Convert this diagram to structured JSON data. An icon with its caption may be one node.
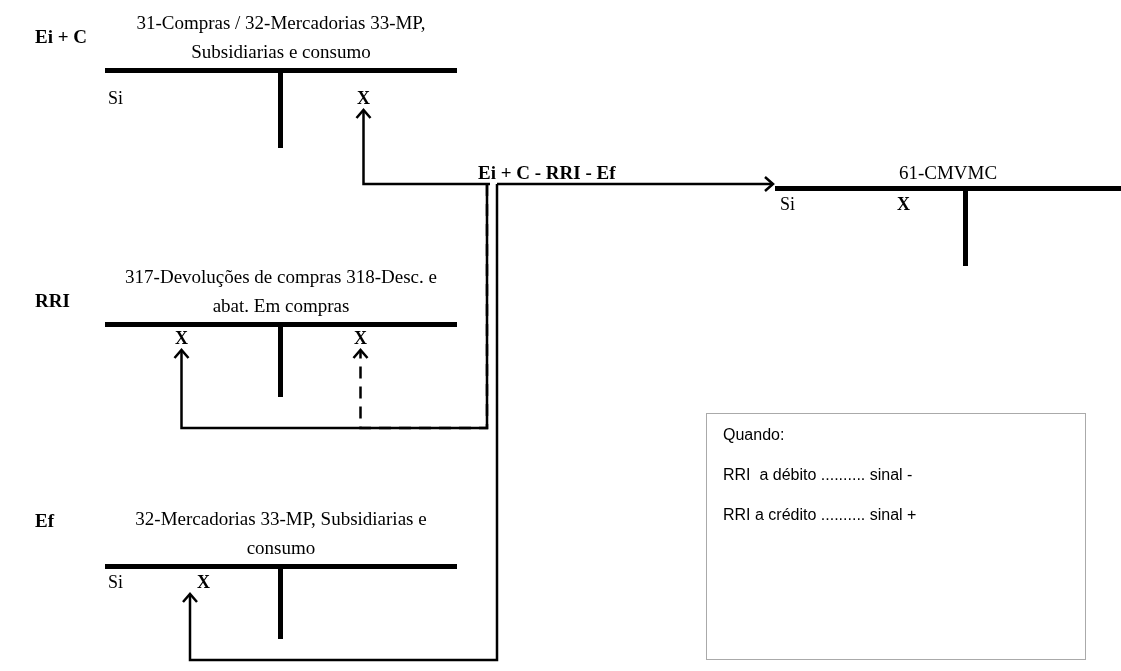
{
  "diagram": {
    "nodes": [
      {
        "text": [
          "31-Compras / 32-Mercadorias 33-MP, Subsidiarias e consumo"
        ],
        "beside": [
          "Ei + C"
        ]
      },
      {
        "text": [
          "Si"
        ],
        "in": 0
      },
      {
        "text": [
          "X"
        ],
        "in": 0
      },
      {
        "text": [
          "Ei + C - RRI - Ef"
        ]
      },
      {
        "text": [
          "61-CMVMC"
        ]
      },
      {
        "text": [
          "Si"
        ],
        "in": 4
      },
      {
        "text": [
          "X"
        ],
        "in": 4
      },
      {
        "text": [
          "317-Devoluções de compras 318-Desc. e abat. Em compras"
        ],
        "beside": [
          "RRI"
        ]
      },
      {
        "text": [
          "X"
        ],
        "in": 7
      },
      {
        "text": [
          "X"
        ],
        "in": 7
      },
      {
        "text": [
          "32-Mercadorias 33-MP, Subsidiarias e consumo"
        ],
        "beside": [
          "Ef"
        ]
      },
      {
        "text": [
          "Si"
        ],
        "in": 10
      },
      {
        "text": [
          "X"
        ],
        "in": 10
      },
      {
        "text": [
          "Quando:",
          "RRI  a débito .......... sinal -",
          "RRI a crédito .......... sinal +"
        ]
      }
    ],
    "edges": [
      {
        "from": 3,
        "to": 2,
        "arrow": "to"
      },
      {
        "from": 3,
        "to": 4,
        "arrow": "to"
      },
      {
        "from": 3,
        "to": 8,
        "arrow": "to"
      },
      {
        "from": 3,
        "to": 9,
        "arrow": "to",
        "style": "dashed"
      },
      {
        "from": 3,
        "to": 12,
        "arrow": "to"
      }
    ]
  }
}
